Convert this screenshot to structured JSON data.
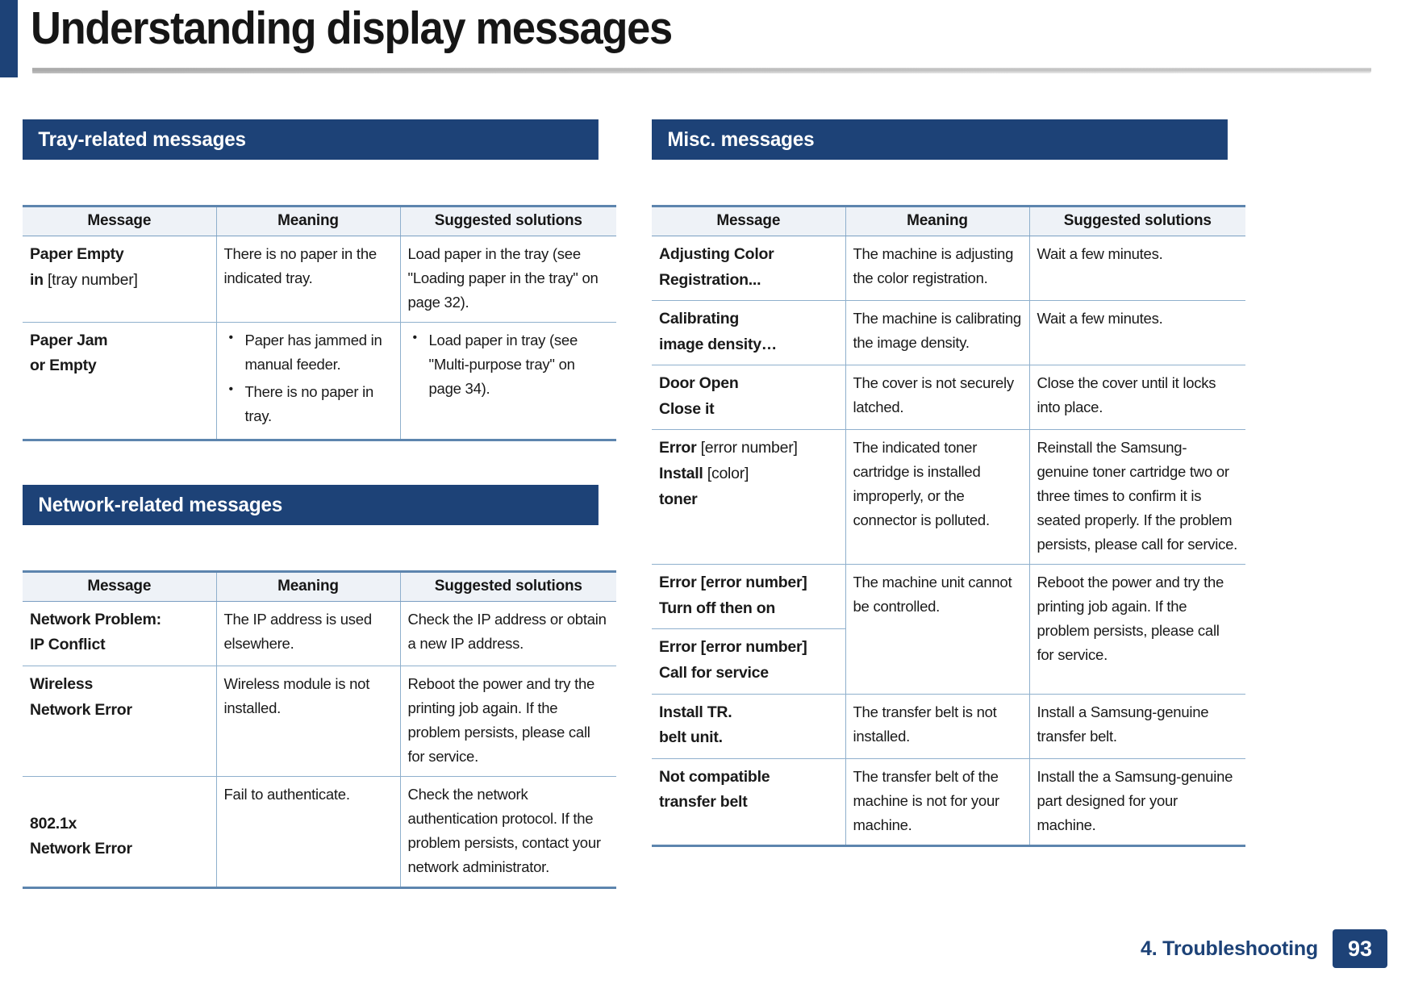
{
  "page": {
    "title": "Understanding display messages",
    "footer_chapter": "4. Troubleshooting",
    "footer_page_number": "93",
    "accent_color": "#1d4277",
    "table_rule_color": "#5d85ae",
    "header_row_bg": "#eef2f7"
  },
  "columns": {
    "left": [
      {
        "banner": "Tray-related messages",
        "table": {
          "headers": [
            "Message",
            "Meaning",
            "Suggested solutions"
          ],
          "rows": [
            {
              "message_bold": "Paper Empty",
              "message_line2_bold": "in",
              "message_line2_regular": " [tray number]",
              "meaning": "There is no paper in the indicated tray.",
              "solution": "Load paper in the tray (see \"Loading paper in the tray\" on page 32)."
            },
            {
              "message_bold": "Paper Jam",
              "message_line2_bold": "or Empty",
              "message_line2_regular": "",
              "meaning_bullets": [
                "Paper has jammed in manual feeder.",
                "There is no paper in tray."
              ],
              "solution_bullets": [
                "Load paper in tray (see \"Multi-purpose tray\" on page 34)."
              ]
            }
          ]
        }
      },
      {
        "banner": "Network-related messages",
        "table": {
          "headers": [
            "Message",
            "Meaning",
            "Suggested solutions"
          ],
          "rows": [
            {
              "message_bold": "Network Problem:",
              "message_line2_bold": "IP Conflict",
              "message_line2_regular": "",
              "meaning": "The IP address is used elsewhere.",
              "solution": "Check the IP address or obtain a new IP address."
            },
            {
              "message_bold": "Wireless",
              "message_line2_bold": "Network Error",
              "message_line2_regular": "",
              "meaning": "Wireless module is not installed.",
              "solution": "Reboot the power and try the printing job again. If the problem persists, please call for service."
            },
            {
              "message_bold": "802.1x",
              "message_line2_bold": "Network Error",
              "message_line2_regular": "",
              "message_leading_blank": true,
              "meaning": "Fail to authenticate.",
              "solution": "Check the network authentication protocol. If the problem persists, contact your network administrator."
            }
          ]
        }
      }
    ],
    "right": [
      {
        "banner": "Misc. messages",
        "table": {
          "headers": [
            "Message",
            "Meaning",
            "Suggested solutions"
          ],
          "rows": [
            {
              "message_bold": "Adjusting Color",
              "message_line2_bold": "Registration...",
              "message_line2_regular": "",
              "meaning": "The machine is adjusting the color registration.",
              "solution": "Wait a few minutes."
            },
            {
              "message_bold": "Calibrating",
              "message_line2_bold": "image density…",
              "message_line2_regular": "",
              "meaning": "The machine is calibrating the image density.",
              "solution": "Wait a few minutes."
            },
            {
              "message_bold": "Door Open",
              "message_line2_bold": "Close it",
              "message_line2_regular": "",
              "meaning": "The cover is not securely latched.",
              "solution": "Close the cover until it locks into place."
            },
            {
              "message_bold": "Error",
              "message_bold_suffix_regular": " [error number]",
              "message_line2_bold": "Install",
              "message_line2_regular": " [color]",
              "message_line3_bold": "toner",
              "meaning": "The indicated toner cartridge is installed improperly, or the connector is polluted.",
              "solution": "Reinstall the Samsung-genuine toner cartridge two or three times to confirm it is seated properly. If the problem persists, please call for service."
            },
            {
              "message_bold": "Error [error number]",
              "message_line2_bold": "Turn off then on",
              "message_line2_regular": "",
              "meaning": "The machine unit cannot be controlled.",
              "solution": "Reboot the power and try the printing job again. If the problem persists, please call for service.",
              "meaning_rowspan": 2,
              "solution_rowspan": 2
            },
            {
              "message_bold": "Error [error number]",
              "message_line2_bold": "Call for service",
              "message_line2_regular": "",
              "skip_meaning": true,
              "skip_solution": true
            },
            {
              "message_bold": "Install TR.",
              "message_line2_bold": "belt unit.",
              "message_line2_regular": "",
              "meaning": "The transfer belt is not installed.",
              "solution": "Install a Samsung-genuine transfer belt."
            },
            {
              "message_bold": "Not compatible",
              "message_line2_bold": "transfer belt",
              "message_line2_regular": "",
              "meaning": "The transfer belt of the machine is not for your machine.",
              "solution": "Install the a Samsung-genuine part designed for your machine."
            }
          ]
        }
      }
    ]
  }
}
